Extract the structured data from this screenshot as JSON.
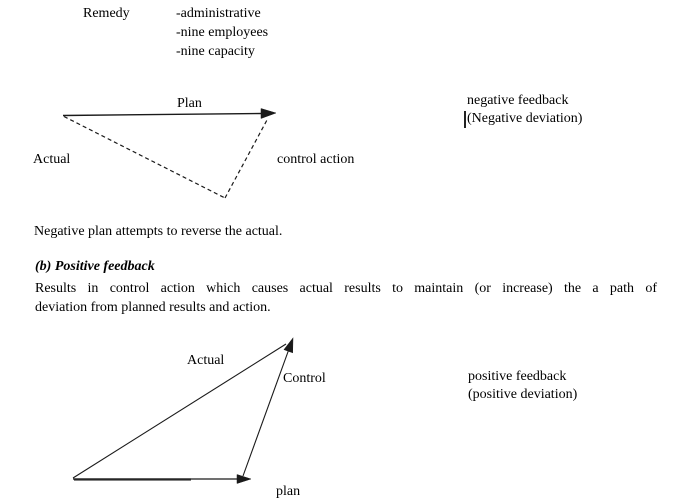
{
  "page": {
    "background": "#ffffff",
    "text_color": "#000000",
    "line_color": "#1a1a1a"
  },
  "remedy_section": {
    "label": "Remedy",
    "items": [
      "-administrative",
      "-nine employees",
      "-nine capacity"
    ]
  },
  "negative_diagram": {
    "plan_arrow_label": "Plan",
    "actual_label": "Actual",
    "control_action_label": "control action",
    "note_line1": "negative feedback",
    "note_line2": "(Negative deviation)",
    "caption": "Negative plan attempts to reverse the actual."
  },
  "positive_section": {
    "heading": "(b) Positive feedback",
    "body_line1": "Results in control action which causes actual results to maintain (or increase) the a path of",
    "body_line2": "deviation from planned results and action."
  },
  "positive_diagram": {
    "actual_label": "Actual",
    "control_label": "Control",
    "plan_label": "plan",
    "note_line1": "positive feedback",
    "note_line2": "(positive deviation)"
  }
}
